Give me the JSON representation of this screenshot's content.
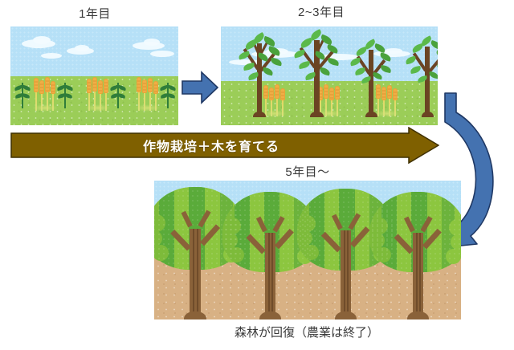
{
  "diagram": {
    "title_year1": "1年目",
    "title_year23": "2~3年目",
    "title_year5": "5年目～",
    "process_arrow_label": "作物栽培＋木を育てる",
    "bottom_caption": "森林が回復（農業は終了）",
    "colors": {
      "sky": "#b6e0f7",
      "grass": "#9bcd58",
      "soil": "#d8b184",
      "trunk_young": "#6b4423",
      "trunk_mature": "#8a6239",
      "leaf_young": "#5bb94a",
      "crown_light": "#8cc63f",
      "crown_dark": "#5aab3a",
      "wheat": "#f0ae46",
      "arrow_blue_fill": "#4472b0",
      "arrow_blue_stroke": "#1f3864",
      "arrow_brown_fill": "#7f6000",
      "arrow_brown_stroke": "#3f3000",
      "text": "#3a3a3a",
      "arrow_text": "#ffffff"
    },
    "panels": [
      {
        "name": "year-1-field",
        "label": "1年目",
        "content": "sky with clouds over green field planted with crop rows and wheat clusters"
      },
      {
        "name": "year-2-3-agroforestry",
        "label": "2~3年目",
        "content": "young trees with sparse leaves growing among wheat clusters on green field"
      },
      {
        "name": "year-5-forest",
        "label": "5年目～",
        "content": "four mature broadleaf trees with full green crowns on bare brown soil"
      }
    ],
    "arrows": [
      {
        "name": "blue-straight-arrow",
        "direction": "right",
        "label": ""
      },
      {
        "name": "brown-process-arrow",
        "direction": "right",
        "label": "作物栽培＋木を育てる"
      },
      {
        "name": "blue-curved-arrow",
        "direction": "clockwise-down-left",
        "label": ""
      }
    ]
  }
}
